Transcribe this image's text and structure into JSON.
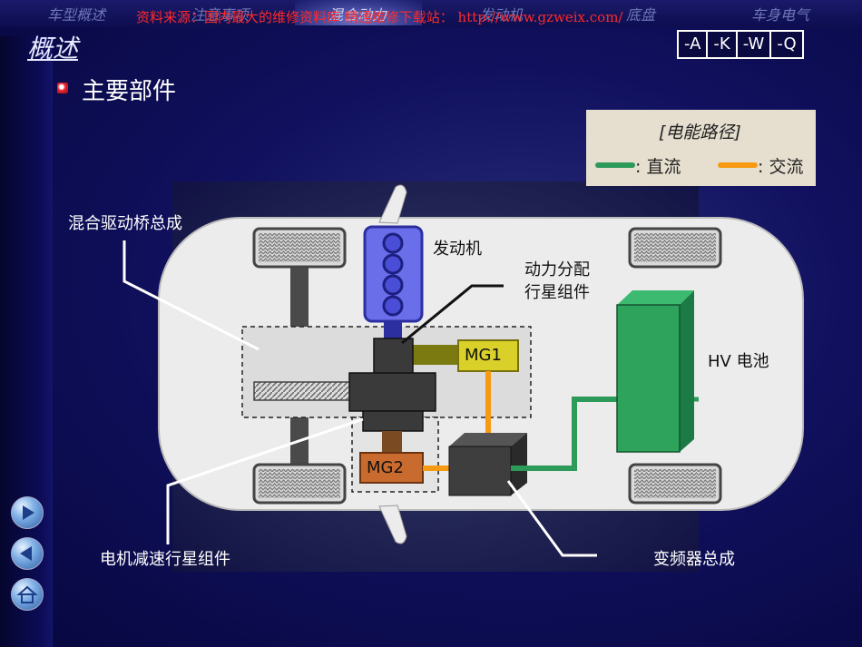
{
  "top_nav": {
    "tabs": [
      "车型概述",
      "注意事项",
      "混合动力",
      "发动机",
      "底盘",
      "车身电气"
    ],
    "active_index": 2
  },
  "watermark": "资料来源：国内最大的维修资料库 精通维修下载站： http://www.gzweix.com/",
  "page": {
    "title": "概述",
    "section": "主要部件"
  },
  "variant_buttons": [
    "-A",
    "-K",
    "-W",
    "-Q"
  ],
  "legend": {
    "title": "[电能路径]",
    "dc": ": 直流",
    "ac": ": 交流",
    "dc_color": "#2e9a5a",
    "ac_color": "#f59a12"
  },
  "diagram": {
    "engine": "发动机",
    "power_split": "动力分配\n行星组件",
    "mg1": "MG1",
    "mg2": "MG2",
    "hv_battery": "HV 电池",
    "hybrid_transaxle": "混合驱动桥总成",
    "reduction_gear": "电机减速行星组件",
    "inverter": "变频器总成"
  },
  "nav_buttons": [
    "forward-icon",
    "back-icon",
    "home-icon"
  ]
}
